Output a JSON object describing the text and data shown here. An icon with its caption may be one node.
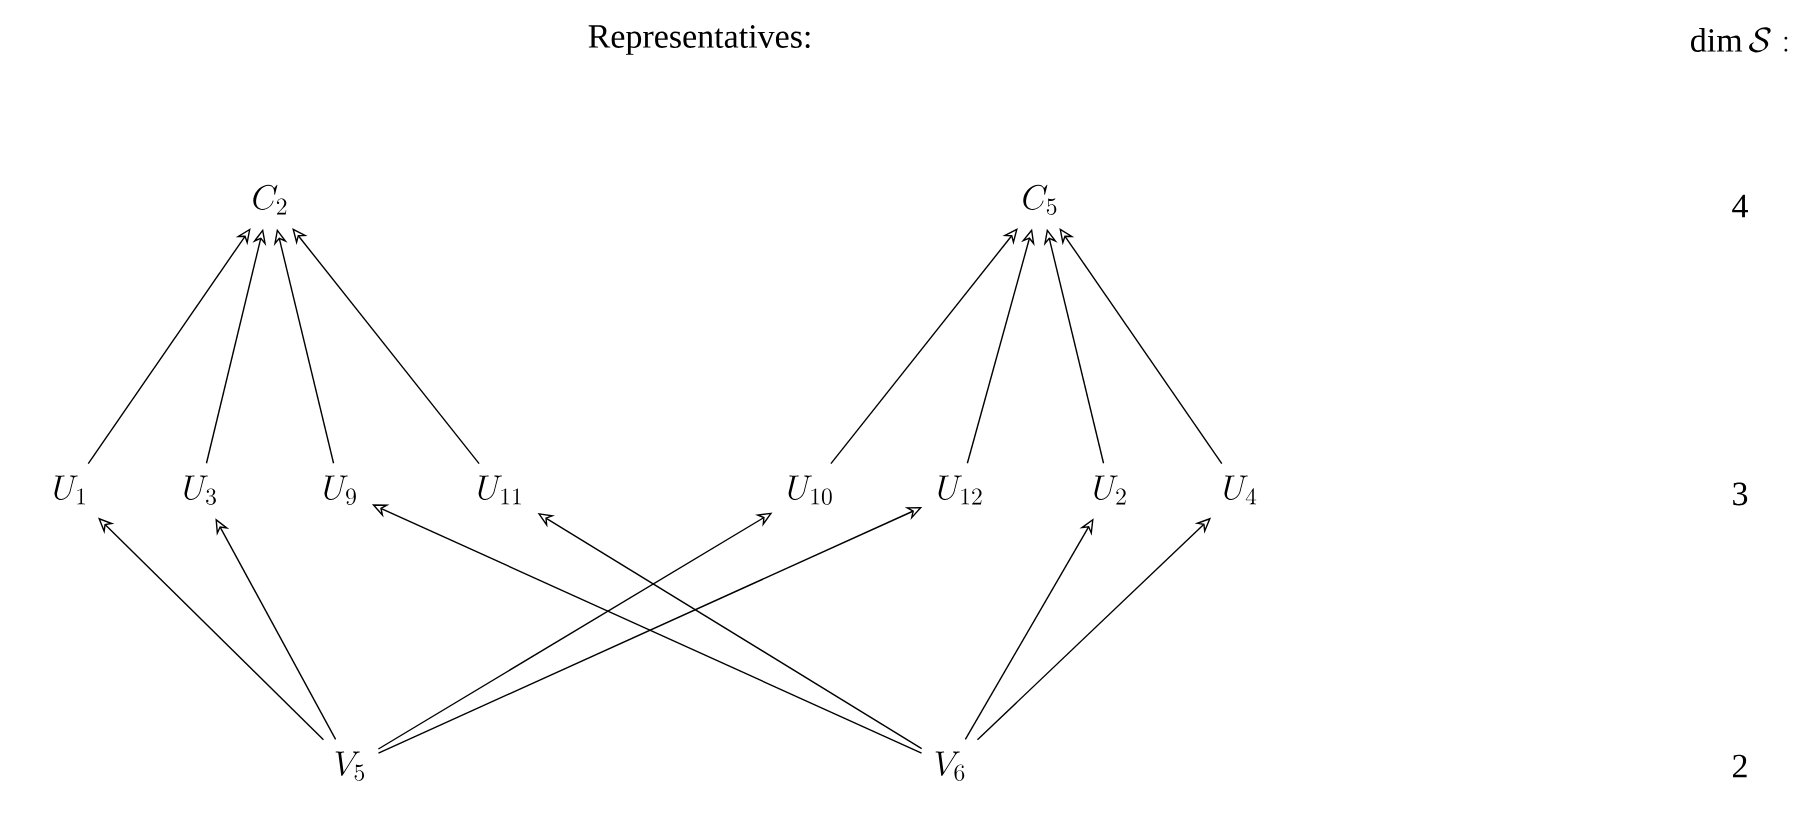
{
  "diagram": {
    "nodes": [
      {
        "text": [
          "C_2"
        ]
      },
      {
        "text": [
          "C_5"
        ]
      },
      {
        "text": [
          "U_1"
        ]
      },
      {
        "text": [
          "U_3"
        ]
      },
      {
        "text": [
          "U_9"
        ]
      },
      {
        "text": [
          "U_{11}"
        ]
      },
      {
        "text": [
          "U_{10}"
        ]
      },
      {
        "text": [
          "U_{12}"
        ]
      },
      {
        "text": [
          "U_2"
        ]
      },
      {
        "text": [
          "U_4"
        ]
      },
      {
        "text": [
          "V_5"
        ]
      },
      {
        "text": [
          "V_6"
        ]
      }
    ],
    "edges": [
      {
        "from": 2,
        "to": 0,
        "arrow": "to"
      },
      {
        "from": 3,
        "to": 0,
        "arrow": "to"
      },
      {
        "from": 4,
        "to": 0,
        "arrow": "to"
      },
      {
        "from": 5,
        "to": 0,
        "arrow": "to"
      },
      {
        "from": 6,
        "to": 1,
        "arrow": "to"
      },
      {
        "from": 7,
        "to": 1,
        "arrow": "to"
      },
      {
        "from": 8,
        "to": 1,
        "arrow": "to"
      },
      {
        "from": 9,
        "to": 1,
        "arrow": "to"
      },
      {
        "from": 10,
        "to": 2,
        "arrow": "to"
      },
      {
        "from": 10,
        "to": 3,
        "arrow": "to"
      },
      {
        "from": 10,
        "to": 6,
        "arrow": "to"
      },
      {
        "from": 10,
        "to": 7,
        "arrow": "to"
      },
      {
        "from": 11,
        "to": 4,
        "arrow": "to"
      },
      {
        "from": 11,
        "to": 5,
        "arrow": "to"
      },
      {
        "from": 11,
        "to": 8,
        "arrow": "to"
      },
      {
        "from": 11,
        "to": 9,
        "arrow": "to"
      }
    ],
    "labels": [
      "Representatives:",
      "\\dim\\mathcal{S}:",
      "4",
      "3",
      "2"
    ]
  }
}
